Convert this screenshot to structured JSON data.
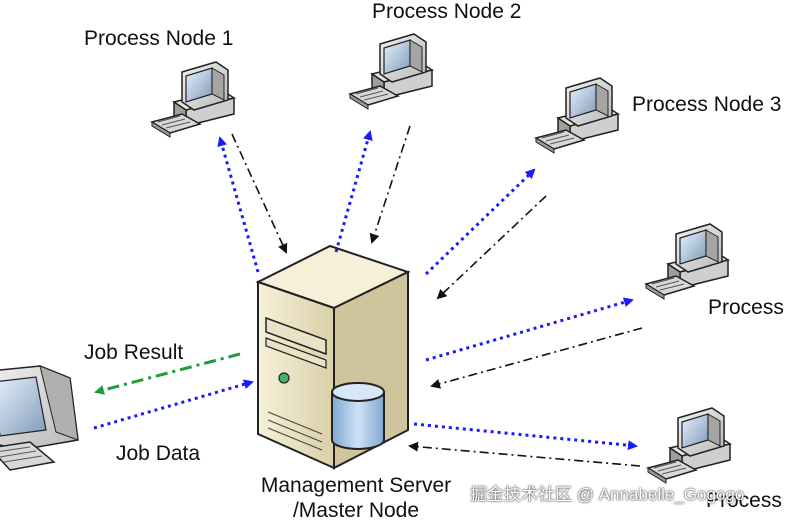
{
  "nodes": [
    {
      "label": "Process Node 1"
    },
    {
      "label": "Process Node 2"
    },
    {
      "label": "Process Node 3"
    },
    {
      "label": "Process"
    },
    {
      "label": "Process"
    }
  ],
  "server": {
    "line1": "Management Server",
    "line2": "/Master Node"
  },
  "client": {
    "result_label": "Job Result",
    "data_label": "Job Data"
  },
  "watermark": "掘金技术社区 @ Annabelle_Gogogo",
  "colors": {
    "outbound_arrow": "#1a1aff",
    "inbound_arrow": "#111111",
    "result_arrow": "#1f9d3a",
    "server_body": "#efe7c9",
    "database": "#a9c8e8"
  }
}
